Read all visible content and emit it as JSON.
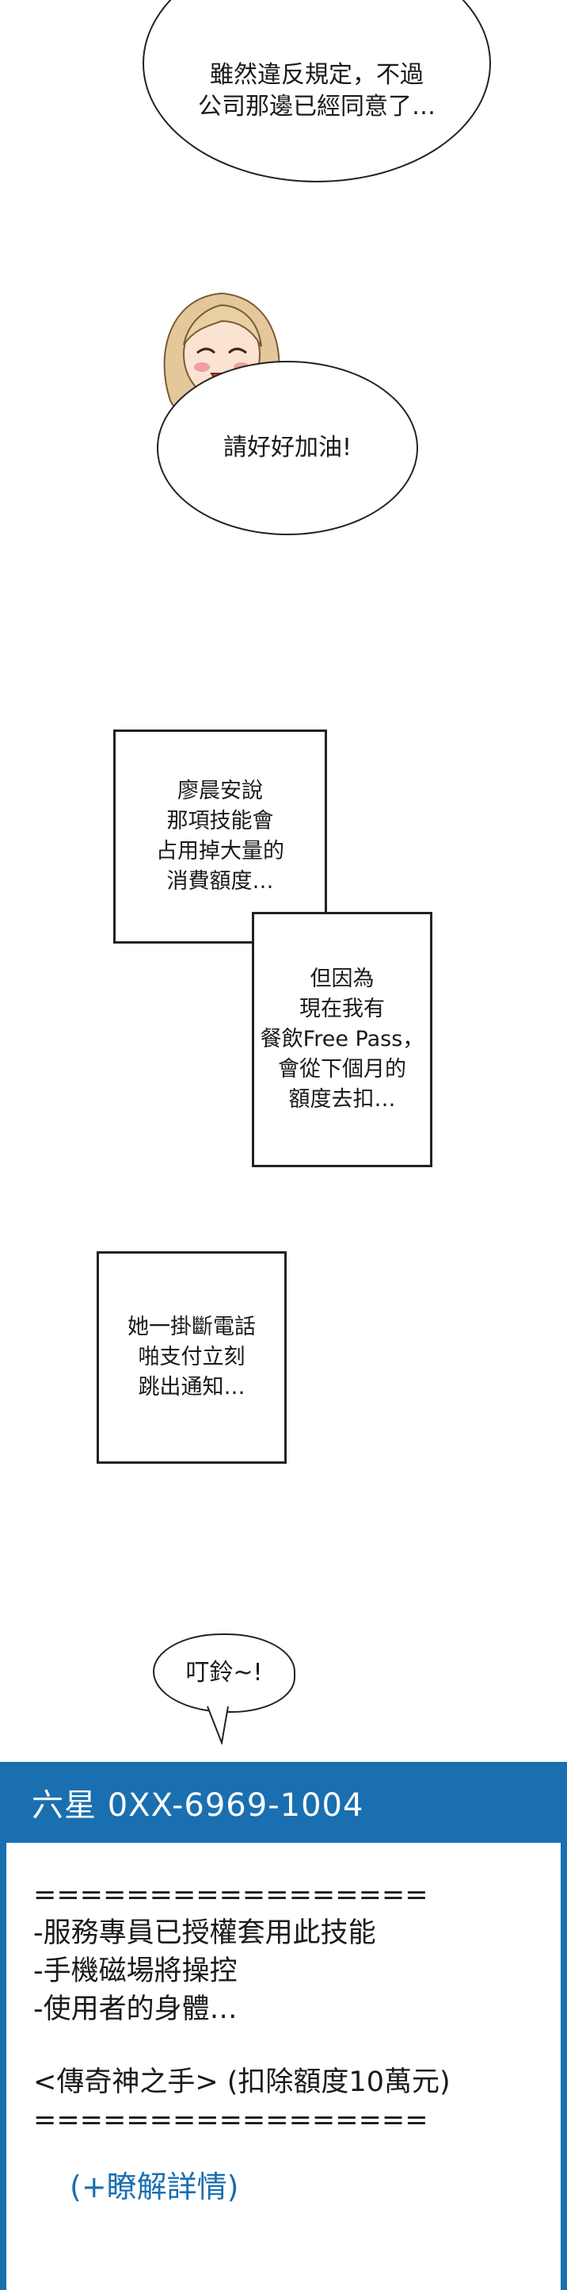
{
  "bubbles": {
    "top": "雖然違反規定，不過\n公司那邊已經同意了…",
    "cheer": "請好好加油!",
    "ding": "叮鈴~!"
  },
  "boxes": {
    "box1": "廖晨安說\n那項技能會\n占用掉大量的\n消費額度…",
    "box2": "但因為\n現在我有\n餐飲Free Pass，\n會從下個月的\n額度去扣…",
    "box3": "她一掛斷電話\n啪支付立刻\n跳出通知…"
  },
  "notification": {
    "sender": "六星 0XX-6969-1004",
    "divider_top": "=================",
    "line1": "-服務專員已授權套用此技能",
    "line2": "-手機磁場將操控",
    "line3": "-使用者的身體…",
    "skill": "<傳奇神之手> (扣除額度10萬元)",
    "divider_bottom": "=================",
    "link": "(+瞭解詳情)"
  },
  "colors": {
    "panel": "#1a6fb0",
    "ink": "#1a1a1a"
  },
  "icons": {
    "avatar": "blonde-woman-avatar"
  }
}
